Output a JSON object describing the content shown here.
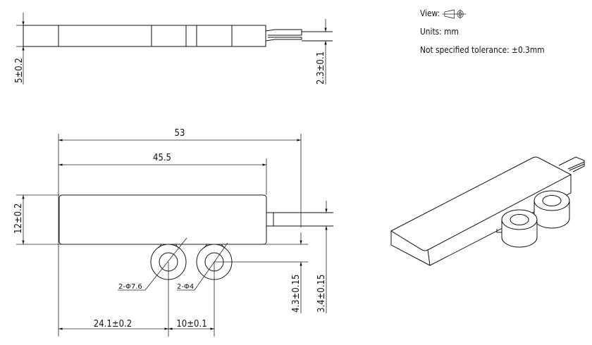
{
  "notes": {
    "view_label": "View:",
    "view_icon": "first-angle-projection-icon",
    "units": "Units: mm",
    "tolerance": "Not specified tolerance: ±0.3mm"
  },
  "top_view": {
    "thickness": "5±0.2",
    "connector_thickness": "2.3±0.1"
  },
  "front_view": {
    "overall_length": "53",
    "body_length": "45.5",
    "height": "12±0.2",
    "outer_diameter": "2-Φ7.6",
    "inner_diameter": "2-Φ4",
    "hole_offset_x": "24.1±0.2",
    "hole_spacing": "10±0.1",
    "hole_offset_y": "4.3±0.15",
    "connector_height": "3.4±0.15"
  }
}
